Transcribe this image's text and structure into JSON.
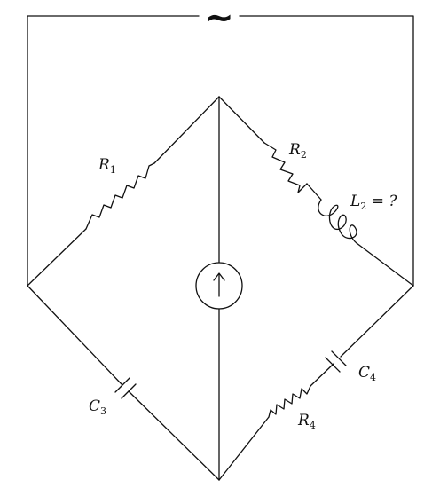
{
  "source": {
    "symbol": "~"
  },
  "components": {
    "r1": {
      "letter": "R",
      "sub": "1"
    },
    "r2": {
      "letter": "R",
      "sub": "2"
    },
    "l2": {
      "letter": "L",
      "sub": "2",
      "suffix": " = ?"
    },
    "c3": {
      "letter": "C",
      "sub": "3"
    },
    "c4": {
      "letter": "C",
      "sub": "4"
    },
    "r4": {
      "letter": "R",
      "sub": "4"
    }
  }
}
